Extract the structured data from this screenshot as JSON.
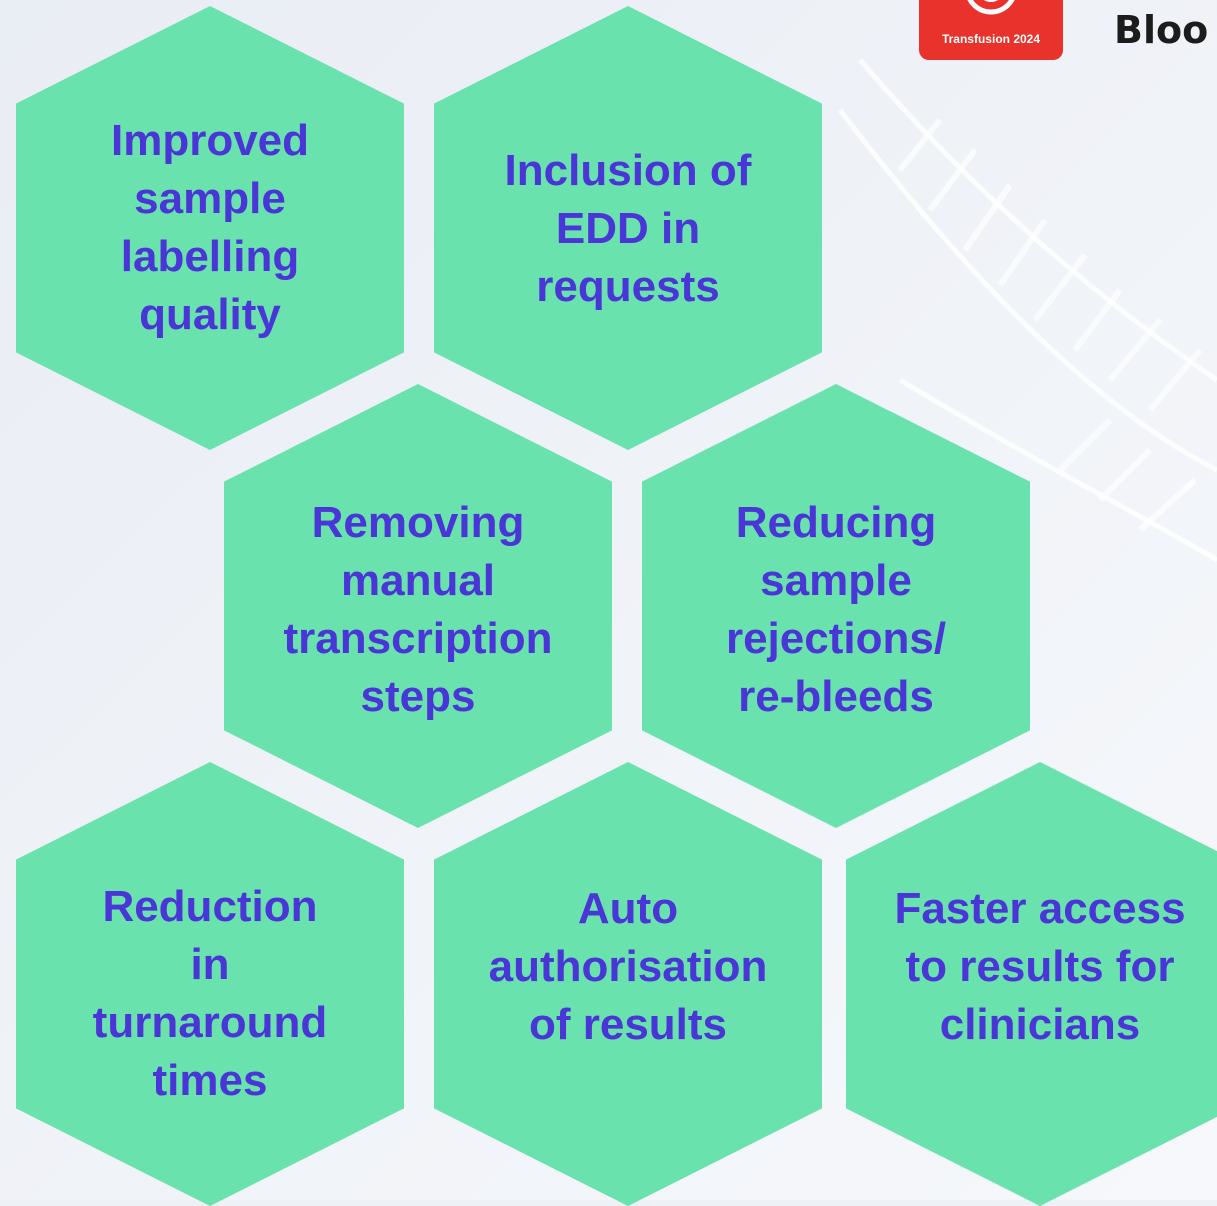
{
  "header": {
    "logo_text": "Transfusion 2024",
    "brand_text": "Bloo"
  },
  "hexagons": [
    {
      "label": "Improved\nsample\nlabelling\nquality"
    },
    {
      "label": "Inclusion of\nEDD in\nrequests"
    },
    {
      "label": "Removing\nmanual\ntranscription\nsteps"
    },
    {
      "label": "Reducing\nsample\nrejections/\nre-bleeds"
    },
    {
      "label": "Reduction\nin\nturnaround\ntimes"
    },
    {
      "label": "Auto\nauthorisation\nof results"
    },
    {
      "label": "Faster access\nto results for\nclinicians"
    }
  ],
  "colors": {
    "hexagon_fill": "#6ae2ae",
    "text": "#4a35d6",
    "logo": "#e8322b"
  }
}
